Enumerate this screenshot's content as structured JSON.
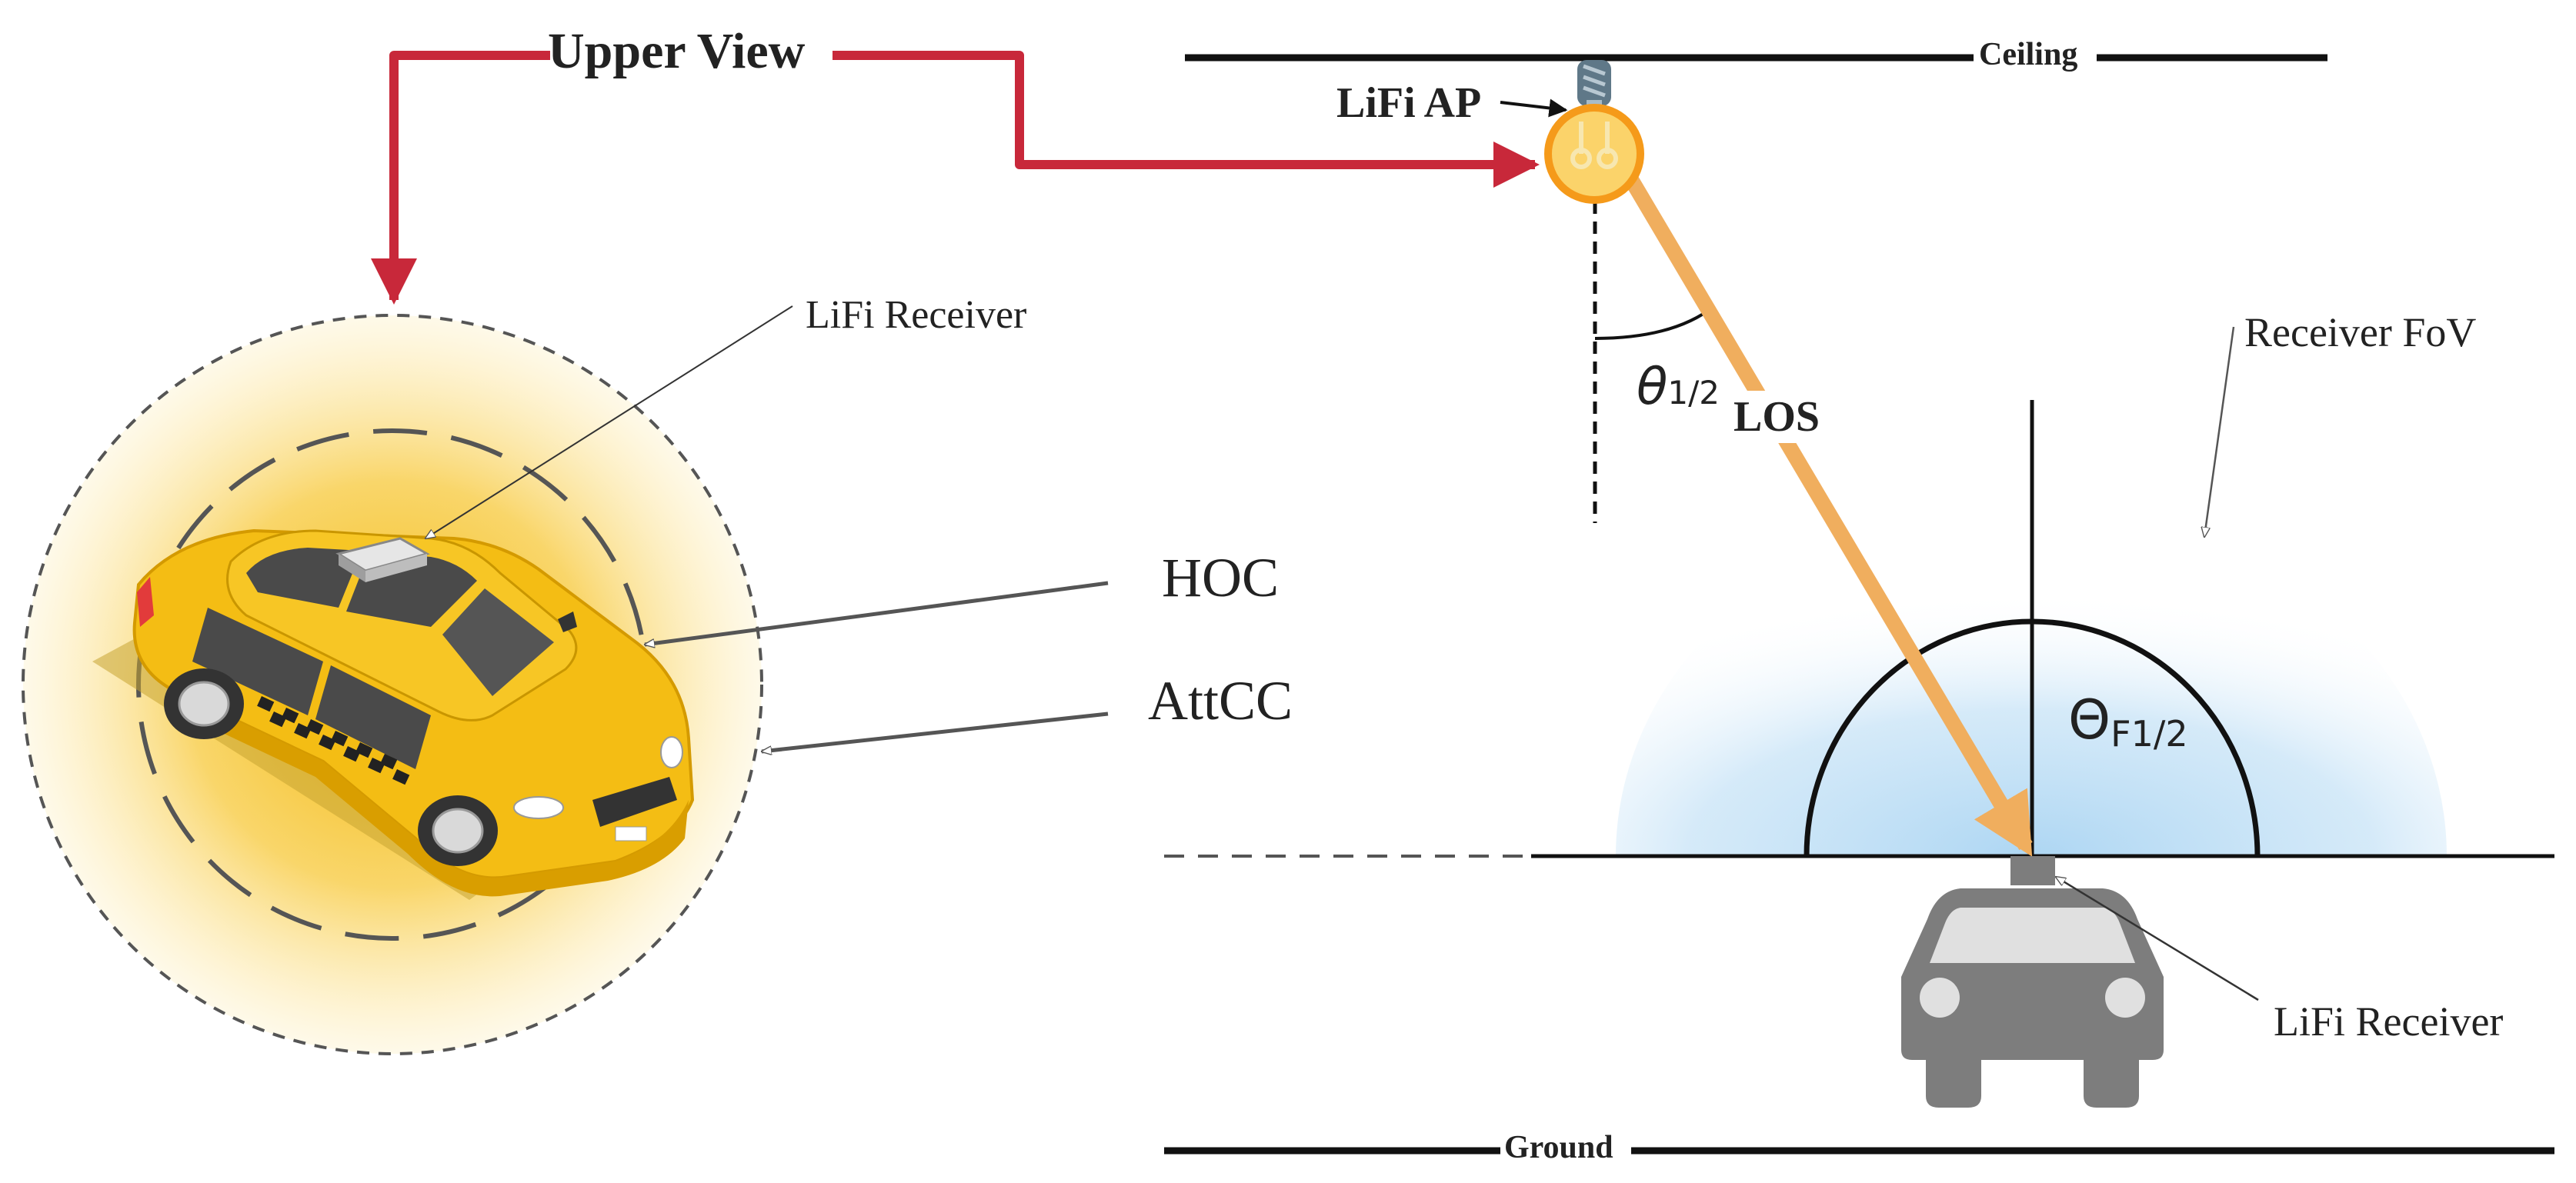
{
  "labels": {
    "upper_view": "Upper View",
    "ceiling": "Ceiling",
    "ground": "Ground",
    "lifi_ap": "LiFi AP",
    "lifi_receiver_top": "LiFi Receiver",
    "lifi_receiver_side": "LiFi Receiver",
    "receiver_fov": "Receiver FoV",
    "hoc": "HOC",
    "attcc": "AttCC",
    "los": "LOS",
    "theta_symbol": "θ",
    "theta_sub": "1/2",
    "big_theta_symbol": "Θ",
    "big_theta_sub": "F1/2"
  },
  "colors": {
    "arrow_red": "#c8283a",
    "los_beam": "#f0ae5e",
    "glow_yellow": "#f7c21a",
    "fov_blue": "#a9d4f2",
    "car_gray": "#7d7d7d",
    "taxi_yellow": "#f4bd14",
    "ap_orange": "#f59a1a"
  },
  "icons": {
    "ap": "ceiling-lamp-icon",
    "top_car": "taxi-isometric-icon",
    "side_car": "car-front-icon"
  }
}
